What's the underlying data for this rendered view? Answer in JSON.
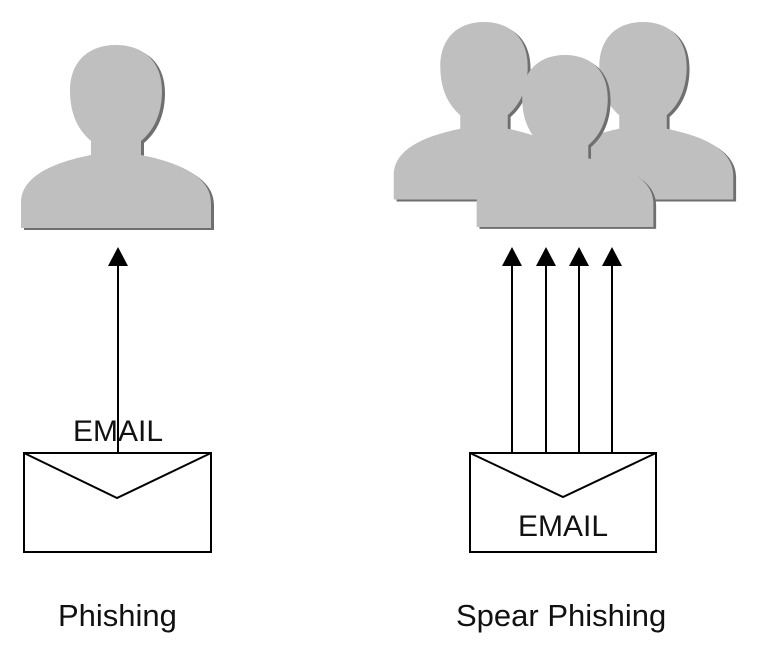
{
  "colors": {
    "figure_fill": "#bfbfbf",
    "figure_shadow": "#6f6f6f",
    "line": "#000000",
    "background": "#ffffff"
  },
  "phishing": {
    "email_label": "EMAIL",
    "caption": "Phishing",
    "arrow_count": 1,
    "recipient_count": 1
  },
  "spear_phishing": {
    "email_label": "EMAIL",
    "caption": "Spear Phishing",
    "arrow_count": 4,
    "recipient_count": 3
  }
}
